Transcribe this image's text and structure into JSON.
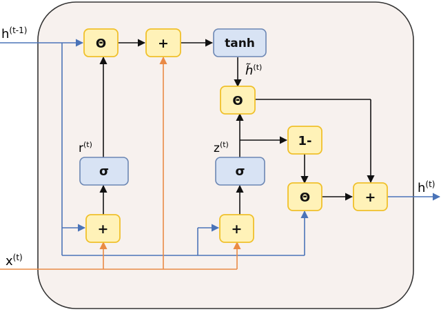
{
  "colors": {
    "panel_fill": "#f7f1ee",
    "panel_stroke": "#333333",
    "op_fill": "#fff2b8",
    "op_stroke": "#f0c02a",
    "act_fill": "#d8e3f4",
    "act_stroke": "#6b86b3",
    "hidden_line": "#4a73b8",
    "input_line": "#e98a45",
    "black_line": "#111111"
  },
  "inputs": {
    "h_prev": {
      "base": "h",
      "sup": "(t-1)"
    },
    "x": {
      "base": "x",
      "sup": "(t)"
    }
  },
  "outputs": {
    "h": {
      "base": "h",
      "sup": "(t)"
    }
  },
  "gate_labels": {
    "r": {
      "base": "r",
      "sup": "(t)"
    },
    "z": {
      "base": "z",
      "sup": "(t)"
    },
    "h_tilde": {
      "base": "h̃",
      "sup": "(t)"
    }
  },
  "ops": {
    "mult_reset": "Θ",
    "add_candidate": "+",
    "tanh": "tanh",
    "mult_update": "Θ",
    "one_minus": "1-",
    "mult_prev": "Θ",
    "add_out": "+",
    "sigma_reset": "σ",
    "sigma_update": "σ",
    "add_reset": "+",
    "add_update": "+"
  }
}
